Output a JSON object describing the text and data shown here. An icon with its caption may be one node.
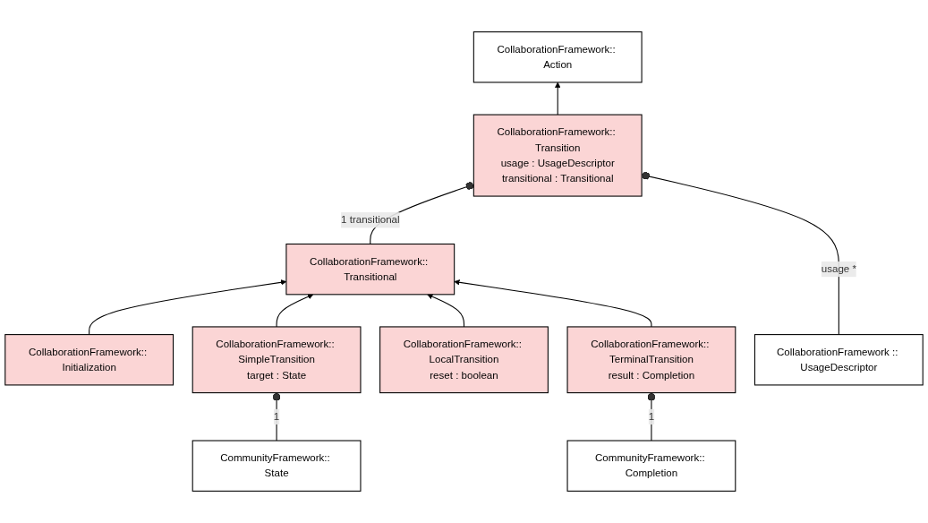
{
  "diagram": {
    "nodes": [
      {
        "text": [
          "CollaborationFramework:: Action"
        ]
      },
      {
        "text": [
          "CollaborationFramework:: Transitional"
        ]
      },
      {
        "text": [
          "CollaborationFramework:: Transition",
          "usage : UsageDescriptor",
          "transitional : Transitional"
        ]
      },
      {
        "text": [
          "CollaborationFramework :: UsageDescriptor"
        ]
      },
      {
        "text": [
          "CollaborationFramework:: Initialization"
        ]
      },
      {
        "text": [
          "CollaborationFramework:: SimpleTransition",
          "target : State"
        ]
      },
      {
        "text": [
          "CollaborationFramework:: LocalTransition",
          "reset : boolean"
        ]
      },
      {
        "text": [
          "CollaborationFramework:: TerminalTransition",
          "result : Completion"
        ]
      },
      {
        "text": [
          "CommunityFramework:: State"
        ]
      },
      {
        "text": [
          "CommunityFramework:: Completion"
        ]
      }
    ],
    "edges": [
      {
        "from": 2,
        "to": 0,
        "arrow": "to"
      },
      {
        "from": 1,
        "to": 2,
        "arrow": "other",
        "label": "1 transitional"
      },
      {
        "from": 4,
        "to": 1,
        "arrow": "to"
      },
      {
        "from": 5,
        "to": 1,
        "arrow": "to"
      },
      {
        "from": 6,
        "to": 1,
        "arrow": "to"
      },
      {
        "from": 7,
        "to": 1,
        "arrow": "to"
      },
      {
        "from": 8,
        "to": 5,
        "arrow": "other",
        "label": "1"
      },
      {
        "from": 9,
        "to": 7,
        "arrow": "other",
        "label": "1"
      },
      {
        "from": 3,
        "to": 2,
        "arrow": "other",
        "label": "usage *"
      }
    ]
  }
}
